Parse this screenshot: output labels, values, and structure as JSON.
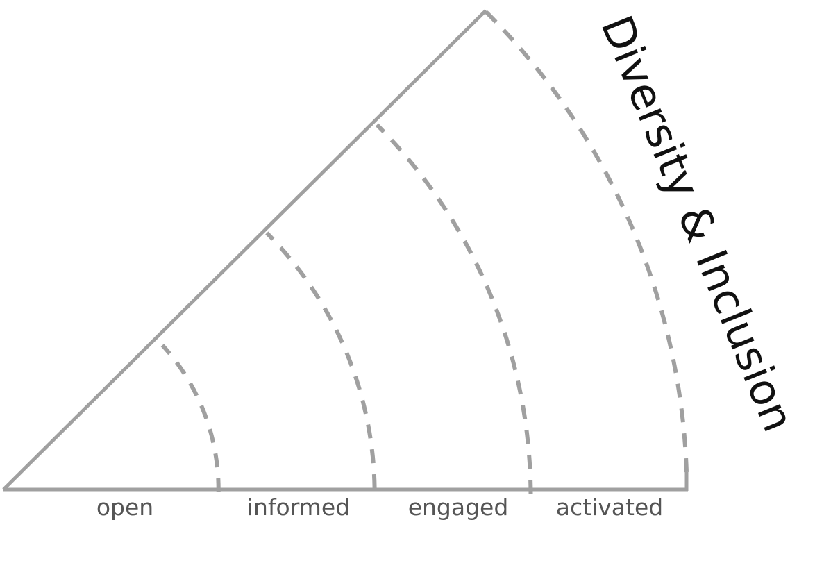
{
  "diagram": {
    "title": "Diversity & Inclusion",
    "stages": [
      "open",
      "informed",
      "engaged",
      "activated"
    ],
    "colors": {
      "line": "#a0a0a0",
      "stage_text": "#555555",
      "title_text": "#111111",
      "background": "#ffffff"
    }
  }
}
